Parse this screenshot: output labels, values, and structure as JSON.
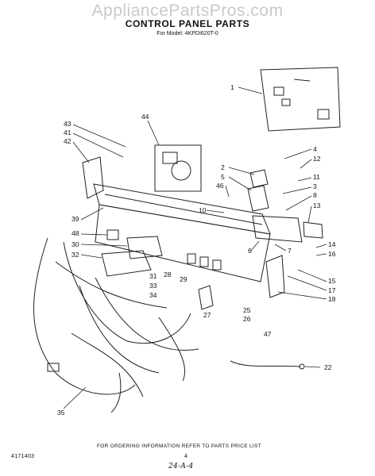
{
  "watermark": "AppliancePartsPros.com",
  "title": "CONTROL PANEL PARTS",
  "model": "For Model: 4KPDI620T-0",
  "labels": [
    "1",
    "44",
    "43",
    "41",
    "42",
    "2",
    "5",
    "46",
    "4",
    "12",
    "11",
    "3",
    "8",
    "13",
    "10",
    "39",
    "48",
    "30",
    "32",
    "6",
    "7",
    "14",
    "16",
    "28",
    "29",
    "31",
    "33",
    "34",
    "15",
    "17",
    "18",
    "25",
    "26",
    "27",
    "47",
    "22",
    "35"
  ],
  "footer": {
    "note": "FOR ORDERING INFORMATION REFER TO PARTS PRICE LIST",
    "doc_number": "4171403",
    "page": "4",
    "handwritten": "24-A-4"
  }
}
